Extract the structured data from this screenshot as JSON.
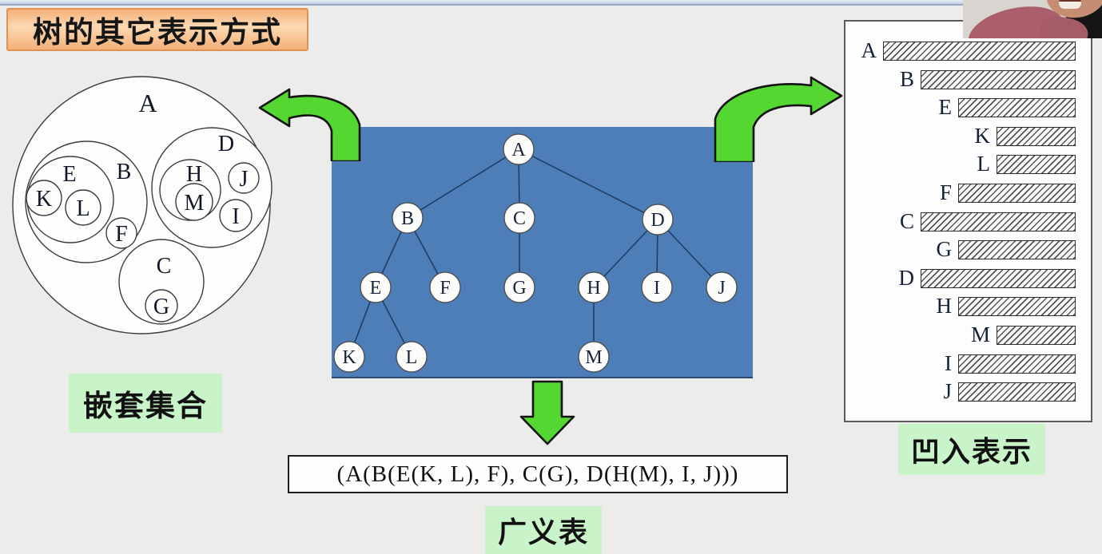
{
  "page": {
    "title": "树的其它表示方式"
  },
  "labels": {
    "nested_sets": "嵌套集合",
    "indented": "凹入表示",
    "generalized_list": "广义表"
  },
  "generalized_list": {
    "text": "(A(B(E(K, L), F), C(G), D(H(M), I, J)))"
  },
  "tree": {
    "nodes": [
      "A",
      "B",
      "C",
      "D",
      "E",
      "F",
      "G",
      "H",
      "I",
      "J",
      "K",
      "L",
      "M"
    ],
    "edges": [
      [
        "A",
        "B"
      ],
      [
        "A",
        "C"
      ],
      [
        "A",
        "D"
      ],
      [
        "B",
        "E"
      ],
      [
        "B",
        "F"
      ],
      [
        "C",
        "G"
      ],
      [
        "D",
        "H"
      ],
      [
        "D",
        "I"
      ],
      [
        "D",
        "J"
      ],
      [
        "E",
        "K"
      ],
      [
        "E",
        "L"
      ],
      [
        "H",
        "M"
      ]
    ]
  },
  "nested_sets": {
    "sets": [
      "A",
      "B",
      "E",
      "K",
      "L",
      "F",
      "D",
      "H",
      "M",
      "J",
      "I",
      "C",
      "G"
    ]
  },
  "indented": {
    "rows": [
      {
        "label": "A",
        "level": 0
      },
      {
        "label": "B",
        "level": 1
      },
      {
        "label": "E",
        "level": 2
      },
      {
        "label": "K",
        "level": 3
      },
      {
        "label": "L",
        "level": 3
      },
      {
        "label": "F",
        "level": 2
      },
      {
        "label": "C",
        "level": 1
      },
      {
        "label": "G",
        "level": 2
      },
      {
        "label": "D",
        "level": 1
      },
      {
        "label": "H",
        "level": 2
      },
      {
        "label": "M",
        "level": 3
      },
      {
        "label": "I",
        "level": 2
      },
      {
        "label": "J",
        "level": 2
      }
    ]
  },
  "colors": {
    "arrow_green": "#55d732",
    "label_green_bg": "#c9f3c9",
    "tree_panel_blue": "#4d7eb8",
    "title_fill_light": "#fcd9b2",
    "title_fill_dark": "#f4b078",
    "title_border": "#dd9257"
  }
}
